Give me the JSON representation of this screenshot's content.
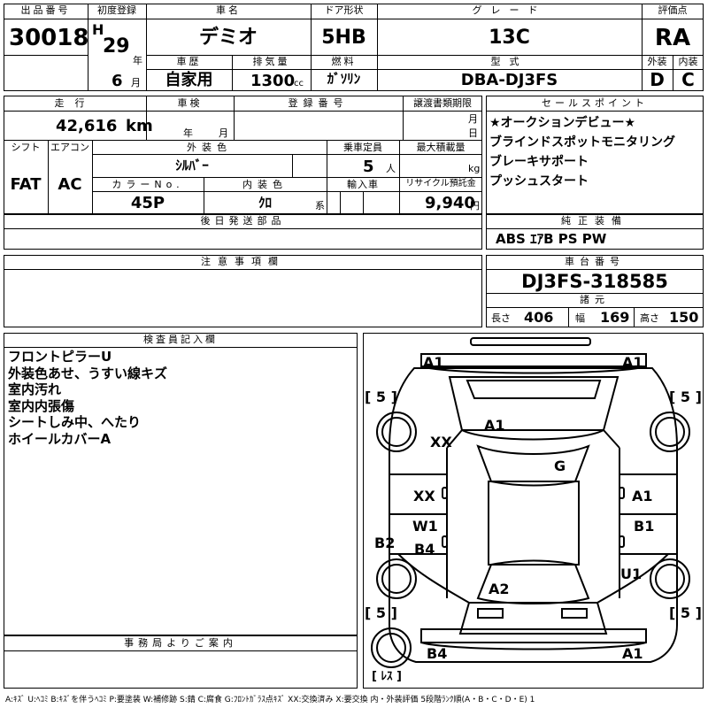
{
  "header": {
    "lot_no_label": "出品番号",
    "lot_no": "30018",
    "first_reg_label": "初度登録",
    "era": "H",
    "year": "29",
    "year_unit": "年",
    "month": "6",
    "month_unit": "月",
    "car_name_label": "車名",
    "car_name": "デミオ",
    "door_label": "ドア形状",
    "door": "5HB",
    "grade_label": "グレード",
    "grade": "13C",
    "score_label": "評価点",
    "score": "RA",
    "history_label": "車歴",
    "history": "自家用",
    "displacement_label": "排気量",
    "displacement": "1300",
    "displacement_unit": "cc",
    "fuel_label": "燃料",
    "fuel": "ｶﾞｿﾘﾝ",
    "model_label": "型式",
    "model": "DBA-DJ3FS",
    "exterior_label": "外装",
    "exterior": "D",
    "interior_label": "内装",
    "interior": "C"
  },
  "mid": {
    "mileage_label": "走行",
    "mileage": "42,616",
    "mileage_unit": "km",
    "inspection_label": "車検",
    "insp_year_unit": "年",
    "insp_month_unit": "月",
    "plate_label": "登録番号",
    "transfer_label": "譲渡書類期限",
    "transfer_month_unit": "月",
    "transfer_day_unit": "日",
    "shift_label": "シフト",
    "shift": "FAT",
    "ac_label": "エアコン",
    "ac": "AC",
    "color_label": "外装色",
    "color": "ｼﾙﾊﾞｰ",
    "capacity_label": "乗車定員",
    "capacity": "5",
    "capacity_unit": "人",
    "load_label": "最大積載量",
    "load_unit": "kg",
    "colorno_label": "カラーNo.",
    "colorno": "45P",
    "intcolor_label": "内装色",
    "intcolor": "ｸﾛ",
    "intcolor_unit": "系",
    "import_label": "輸入車",
    "recycle_label": "リサイクル預託金",
    "recycle": "9,940",
    "recycle_unit": "円",
    "later_label": "後日発送部品"
  },
  "sales": {
    "label": "セールスポイント",
    "items": [
      "★オークションデビュー★",
      "ブラインドスポットモニタリング",
      "ブレーキサポート",
      "プッシュスタート"
    ]
  },
  "equipment": {
    "label": "純正装備",
    "value": "ABS ｴｱB PS PW"
  },
  "caution": {
    "label": "注意事項欄"
  },
  "chassis": {
    "label": "車台番号",
    "value": "DJ3FS-318585"
  },
  "specs": {
    "label": "諸元",
    "length_label": "長さ",
    "length": "406",
    "width_label": "幅",
    "width": "169",
    "height_label": "高さ",
    "height": "150"
  },
  "inspector": {
    "label": "検査員記入欄",
    "notes": [
      "フロントピラーU",
      "外装色あせ、うすい線キズ",
      "室内汚れ",
      "室内内張傷",
      "シートしみ中、へたり",
      "ホイールカバーA"
    ]
  },
  "office": {
    "label": "事務局よりご案内"
  },
  "diagram": {
    "marks": {
      "front_left": "A1",
      "front_right": "A1",
      "hood": "A1",
      "left_fender": "XX",
      "windshield": "G",
      "left_front_door": "XX",
      "right_front_door": "A1",
      "left_rear_door": "W1",
      "left_pillar": "B4",
      "right_rear_door": "B1",
      "left_sill": "B2",
      "right_quarter": "U1",
      "roof": "A2",
      "rear_left": "B4",
      "rear_right": "A1"
    },
    "tire_front_left": "[ 5 ]",
    "tire_front_right": "[ 5 ]",
    "tire_rear_left": "[ 5 ]",
    "tire_rear_right": "[ 5 ]",
    "spare": "[ ﾚｽ ]"
  },
  "legend": "A:ｷｽﾞ U:ﾍｺﾐ B:ｷｽﾞを伴うﾍｺﾐ P:要塗装 W:補修跡 S:錆 C:腐食 G:ﾌﾛﾝﾄｶﾞﾗｽ点ｷｽﾞ XX:交換済み X:要交換 内・外装評価 5段階ﾗﾝｸ順(A・B・C・D・E) 1"
}
